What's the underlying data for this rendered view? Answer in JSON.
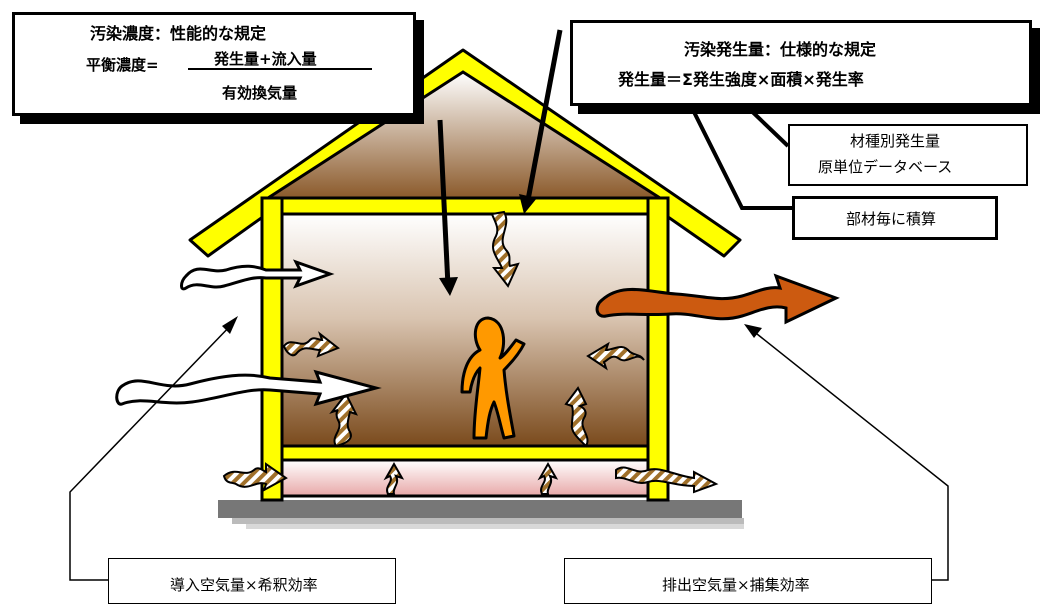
{
  "performance_box": {
    "title": "汚染濃度：性能的な規定",
    "equation_lhs": "平衡濃度=",
    "numerator": "発生量+流入量",
    "denominator": "有効換気量"
  },
  "spec_box": {
    "title": "汚染発生量：仕様的な規定",
    "equation": "発生量＝Σ発生強度×面積×発生率"
  },
  "database_box": {
    "line1": "材種別発生量",
    "line2": "原単位データベース"
  },
  "accumulate_box": {
    "label": "部材毎に積算"
  },
  "intake_box": {
    "label": "導入空気量×希釈効率"
  },
  "exhaust_box": {
    "label": "排出空気量×捕集効率"
  },
  "colors": {
    "frame_yellow": "#ffff00",
    "roof_brown": "#8b5a2b",
    "room_brown": "#7a4a1c",
    "floor_pink": "#f2c4c4",
    "person_orange": "#ff9900",
    "exhaust_orange": "#cc5a10"
  }
}
